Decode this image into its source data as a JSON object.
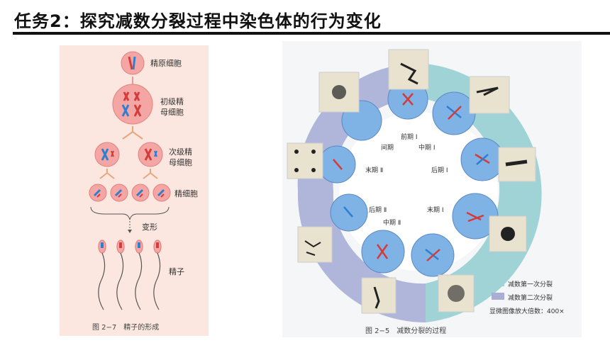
{
  "title": "任务2：探究减数分裂过程中染色体的行为变化",
  "left_figure": {
    "labels": {
      "spermatogonium": "精原细胞",
      "primary_1": "初级精",
      "primary_2": "母细胞",
      "secondary_1": "次级精",
      "secondary_2": "母细胞",
      "spermatid": "精细胞",
      "transform": "变形",
      "sperm": "精子"
    },
    "caption": "图 2−7　精子的形成"
  },
  "right_figure": {
    "stages": {
      "prophase1": "前期 Ⅰ",
      "interphase": "间期",
      "metaphase1": "中期 Ⅰ",
      "telophase2": "末期 Ⅱ",
      "anaphase1": "后期 Ⅰ",
      "anaphase2": "后期 Ⅱ",
      "telophase1": "末期 Ⅰ",
      "metaphase2": "中期 Ⅱ"
    },
    "legend": {
      "first_division": "减数第一次分裂",
      "second_division": "减数第二次分裂",
      "magnification": "显微图像放大倍数：400×"
    },
    "caption": "图 2−5　减数分裂的过程",
    "colors": {
      "first_division": "#9fd3d6",
      "second_division": "#a9aed6"
    }
  }
}
